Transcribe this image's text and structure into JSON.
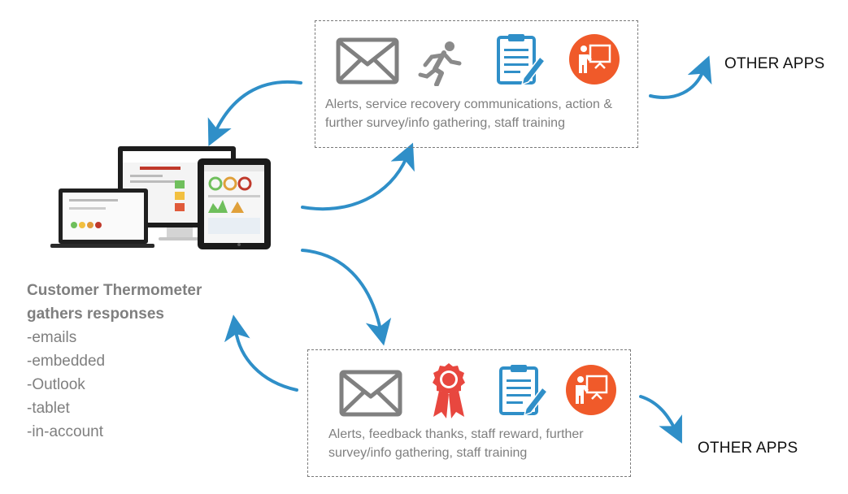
{
  "top_box": {
    "icons": [
      "envelope-icon",
      "running-person-icon",
      "clipboard-pen-icon",
      "presenter-board-icon"
    ],
    "text_line1": "Alerts, service recovery communications, action &",
    "text_line2": "further survey/info gathering, staff training"
  },
  "bottom_box": {
    "icons": [
      "envelope-icon",
      "award-ribbon-icon",
      "clipboard-pen-icon",
      "presenter-board-icon"
    ],
    "text_line1": "Alerts, feedback thanks, staff reward, further",
    "text_line2": "survey/info gathering, staff training"
  },
  "other_apps_top": "OTHER APPS",
  "other_apps_bottom": "OTHER APPS",
  "gather": {
    "heading_line1": "Customer Thermometer",
    "heading_line2": "gathers responses",
    "items": [
      "-emails",
      "-embedded",
      "-Outlook",
      "-tablet",
      "-in-account"
    ]
  },
  "colors": {
    "arrow_blue": "#2f8fc8",
    "icon_gray": "#808080",
    "clipboard_blue": "#2f8fc8",
    "accent_orange": "#f05a2a",
    "ribbon_red": "#e8473f",
    "text_gray": "#7f7f7f"
  }
}
